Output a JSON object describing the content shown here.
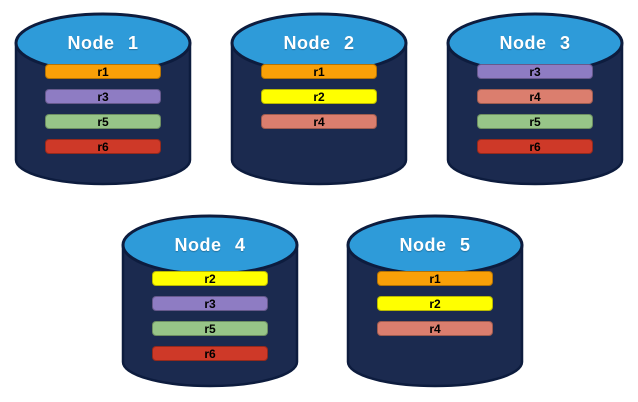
{
  "diagram": {
    "description": "Five database nodes showing replica placement",
    "background_color": "#FFFFFF"
  },
  "cylinder": {
    "top_fill": "#2E9BD9",
    "body_fill": "#1B2A4F",
    "outline": "#0D1C3E",
    "title_text_color": "#FFFFFF"
  },
  "replica_colors": {
    "r1": "#F9A008",
    "r2": "#FFFF00",
    "r3": "#8E7CC3",
    "r4": "#DB7E6E",
    "r5": "#97C588",
    "r6": "#CE3928"
  },
  "nodes": [
    {
      "title": "Node 1",
      "replicas": [
        {
          "label": "r1",
          "color": "#F9A008"
        },
        {
          "label": "r3",
          "color": "#8E7CC3"
        },
        {
          "label": "r5",
          "color": "#97C588"
        },
        {
          "label": "r6",
          "color": "#CE3928"
        }
      ]
    },
    {
      "title": "Node 2",
      "replicas": [
        {
          "label": "r1",
          "color": "#F9A008"
        },
        {
          "label": "r2",
          "color": "#FFFF00"
        },
        {
          "label": "r4",
          "color": "#DB7E6E"
        }
      ]
    },
    {
      "title": "Node 3",
      "replicas": [
        {
          "label": "r3",
          "color": "#8E7CC3"
        },
        {
          "label": "r4",
          "color": "#DB7E6E"
        },
        {
          "label": "r5",
          "color": "#97C588"
        },
        {
          "label": "r6",
          "color": "#CE3928"
        }
      ]
    },
    {
      "title": "Node 4",
      "replicas": [
        {
          "label": "r2",
          "color": "#FFFF00"
        },
        {
          "label": "r3",
          "color": "#8E7CC3"
        },
        {
          "label": "r5",
          "color": "#97C588"
        },
        {
          "label": "r6",
          "color": "#CE3928"
        }
      ]
    },
    {
      "title": "Node 5",
      "replicas": [
        {
          "label": "r1",
          "color": "#F9A008"
        },
        {
          "label": "r2",
          "color": "#FFFF00"
        },
        {
          "label": "r4",
          "color": "#DB7E6E"
        }
      ]
    }
  ]
}
